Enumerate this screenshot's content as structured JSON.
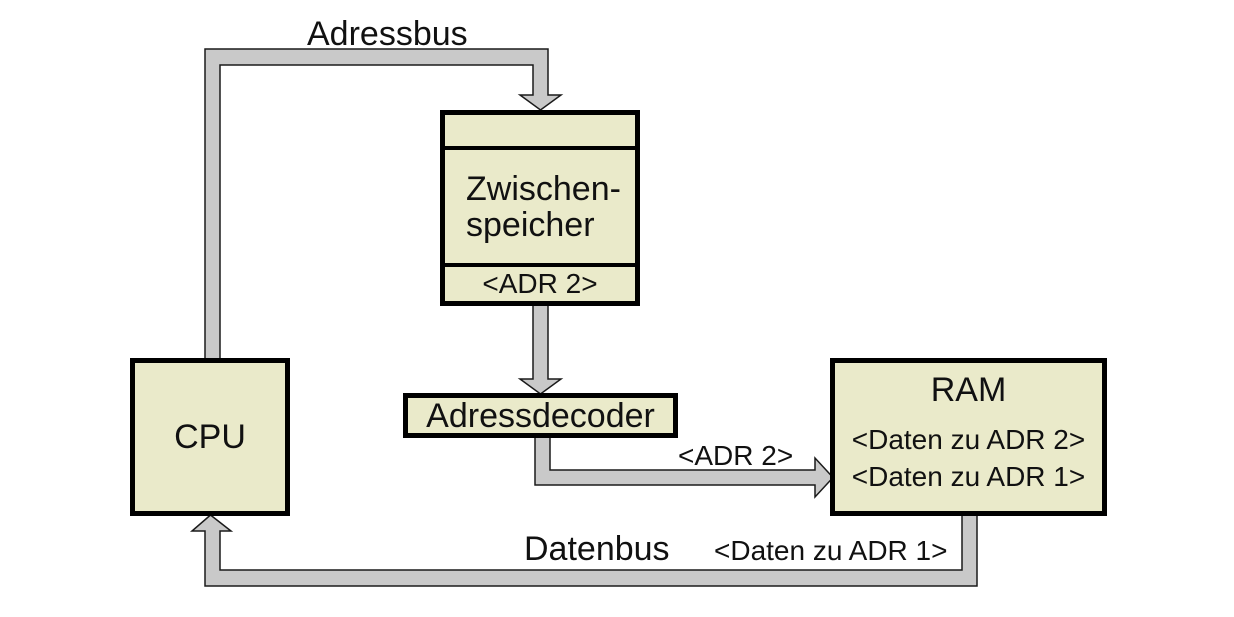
{
  "diagram": {
    "bus_labels": {
      "adressbus": "Adressbus",
      "datenbus": "Datenbus",
      "adr2_on_bus": "<ADR 2>",
      "daten_zu_adr1_on_bus": "<Daten zu ADR 1>"
    },
    "boxes": {
      "cpu": {
        "title": "CPU"
      },
      "zwischenspeicher": {
        "title_line1": "Zwischen-",
        "title_line2": "speicher",
        "slot_value": "<ADR 2>"
      },
      "adressdecoder": {
        "title": "Adressdecoder"
      },
      "ram": {
        "title": "RAM",
        "row1": "<Daten zu ADR 2>",
        "row2": "<Daten zu ADR 1>"
      }
    },
    "colors": {
      "box_fill": "#eaeaca",
      "box_border": "#000000",
      "bus_fill": "#c9c9c9",
      "bus_outline": "#1a1a1a",
      "background": "#ffffff",
      "text": "#111111"
    }
  }
}
